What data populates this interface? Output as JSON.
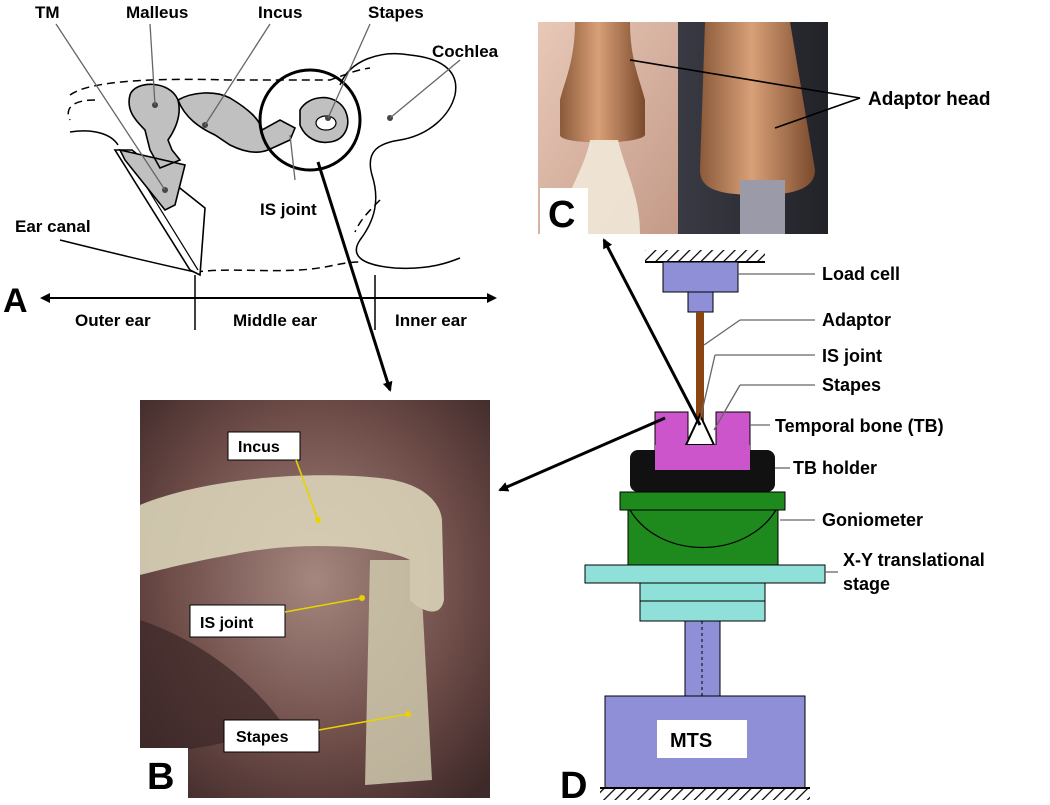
{
  "panelA": {
    "letter": "A",
    "labels": {
      "tm": "TM",
      "malleus": "Malleus",
      "incus": "Incus",
      "stapes": "Stapes",
      "cochlea": "Cochlea",
      "ear_canal": "Ear canal",
      "is_joint": "IS joint",
      "outer_ear": "Outer ear",
      "middle_ear": "Middle ear",
      "inner_ear": "Inner ear"
    }
  },
  "panelB": {
    "letter": "B",
    "labels": {
      "incus": "Incus",
      "is_joint": "IS joint",
      "stapes": "Stapes"
    }
  },
  "panelC": {
    "letter": "C",
    "labels": {
      "adaptor_head": "Adaptor head"
    }
  },
  "panelD": {
    "letter": "D",
    "labels": {
      "load_cell": "Load cell",
      "adaptor": "Adaptor",
      "is_joint": "IS joint",
      "stapes": "Stapes",
      "temporal_bone": "Temporal bone (TB)",
      "tb_holder": "TB holder",
      "goniometer": "Goniometer",
      "xy_stage_line1": "X-Y translational",
      "xy_stage_line2": "stage",
      "mts": "MTS"
    }
  },
  "colors": {
    "ossicle_gray": "#c0c0c0",
    "load_cell_blue": "#8f8fd8",
    "adaptor_brown": "#8b4513",
    "temporal_bone_magenta": "#cc55cc",
    "holder_black": "#111111",
    "goniometer_green": "#1e8a1e",
    "stage_cyan": "#8fe0d8",
    "mts_blue": "#8f8fd8"
  }
}
